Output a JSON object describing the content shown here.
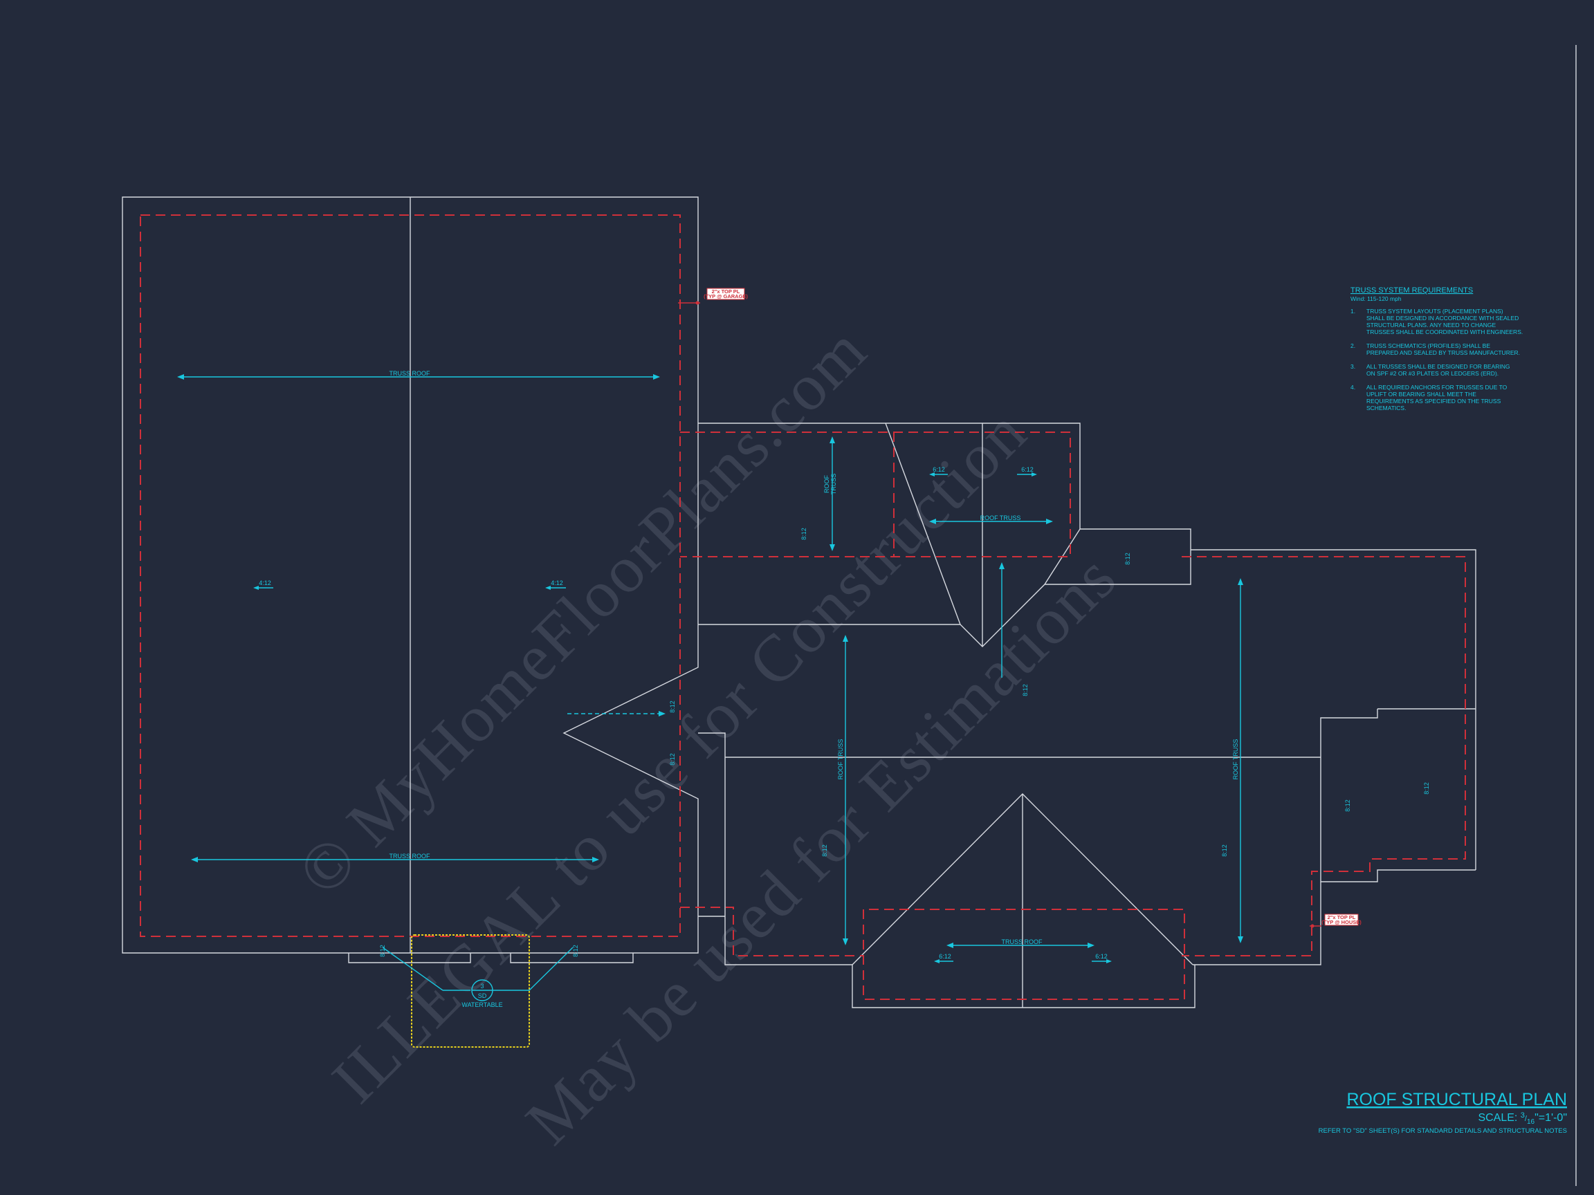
{
  "title_block": {
    "title": "ROOF STRUCTURAL PLAN",
    "scale_prefix": "SCALE: ",
    "scale_num": "3",
    "scale_den": "16",
    "scale_suffix": "\"=1'-0\"",
    "refer_note": "REFER TO \"SD\" SHEET(S) FOR STANDARD DETAILS AND STRUCTURAL NOTES"
  },
  "truss_requirements": {
    "heading": "TRUSS SYSTEM REQUIREMENTS",
    "wind": "Wind: 115-120 mph",
    "notes": [
      {
        "num": "1.",
        "lines": [
          "TRUSS SYSTEM LAYOUTS (PLACEMENT PLANS)",
          "SHALL BE DESIGNED IN ACCORDANCE WITH SEALED",
          "STRUCTURAL PLANS. ANY NEED TO CHANGE",
          "TRUSSES SHALL BE COORDINATED WITH ENGINEERS."
        ]
      },
      {
        "num": "2.",
        "lines": [
          "TRUSS SCHEMATICS (PROFILES) SHALL BE",
          "PREPARED AND SEALED BY TRUSS MANUFACTURER."
        ]
      },
      {
        "num": "3.",
        "lines": [
          "ALL TRUSSES SHALL BE DESIGNED FOR BEARING",
          "ON SPF #2 OR #3 PLATES OR LEDGERS (ERD)."
        ]
      },
      {
        "num": "4.",
        "lines": [
          "ALL REQUIRED ANCHORS FOR TRUSSES DUE TO",
          "UPLIFT OR BEARING SHALL MEET THE",
          "REQUIREMENTS AS SPECIFIED ON THE TRUSS",
          "SCHEMATICS."
        ]
      }
    ]
  },
  "labels": {
    "truss_roof": "TRUSS ROOF",
    "roof_truss": "ROOF TRUSS",
    "roof_truss_stack": [
      "ROOF",
      "TRUSS"
    ],
    "pitch_4_12": "4:12",
    "pitch_6_12": "6:12",
    "pitch_8_12": "8:12",
    "detail_num": "3",
    "detail_sheet": "SD",
    "detail_caption": "WATERTABLE"
  },
  "tags": {
    "garage": [
      "2\"x TOP PL",
      "(TYP @ GARAGE)"
    ],
    "house": [
      "2\"x TOP PL",
      "(TYP @ HOUSE)"
    ]
  },
  "watermark": {
    "line1": "© MyHomeFloorPlans.com",
    "line2": "ILLEGAL to use for Construction",
    "line3": "May be used for Estimations"
  },
  "colors": {
    "background": "#232a3b",
    "outline": "#d6d9e0",
    "bearing_wall": "#d0303a",
    "annotation": "#19c7df",
    "detail_highlight": "#e8d21e"
  }
}
